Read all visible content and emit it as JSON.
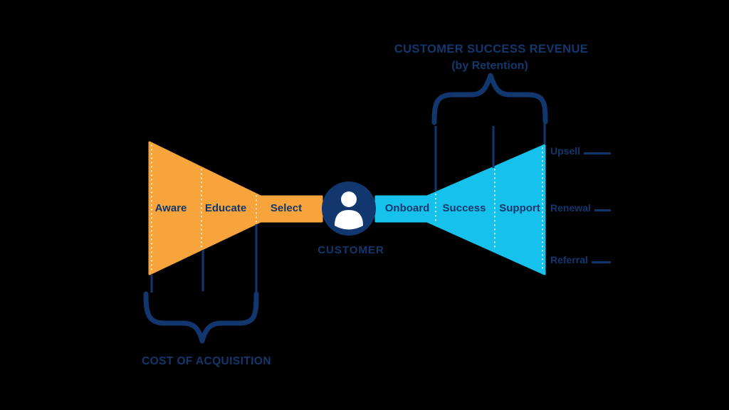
{
  "colors": {
    "background": "#000000",
    "funnel_left": "#F8A43C",
    "funnel_right": "#16C2EC",
    "navy": "#12376E",
    "icon_white": "#FFFFFF"
  },
  "header": {
    "title": "CUSTOMER SUCCESS REVENUE",
    "subtitle": "(by Retention)"
  },
  "acquisition": {
    "caption": "COST OF ACQUISITION",
    "stages": [
      {
        "label": "Aware"
      },
      {
        "label": "Educate"
      },
      {
        "label": "Select"
      }
    ]
  },
  "customer": {
    "label": "CUSTOMER"
  },
  "retention": {
    "stages": [
      {
        "label": "Onboard"
      },
      {
        "label": "Success"
      },
      {
        "label": "Support"
      }
    ],
    "revenue_labels": [
      {
        "label": "Upsell"
      },
      {
        "label": "Renewal"
      },
      {
        "label": "Referral"
      }
    ]
  }
}
